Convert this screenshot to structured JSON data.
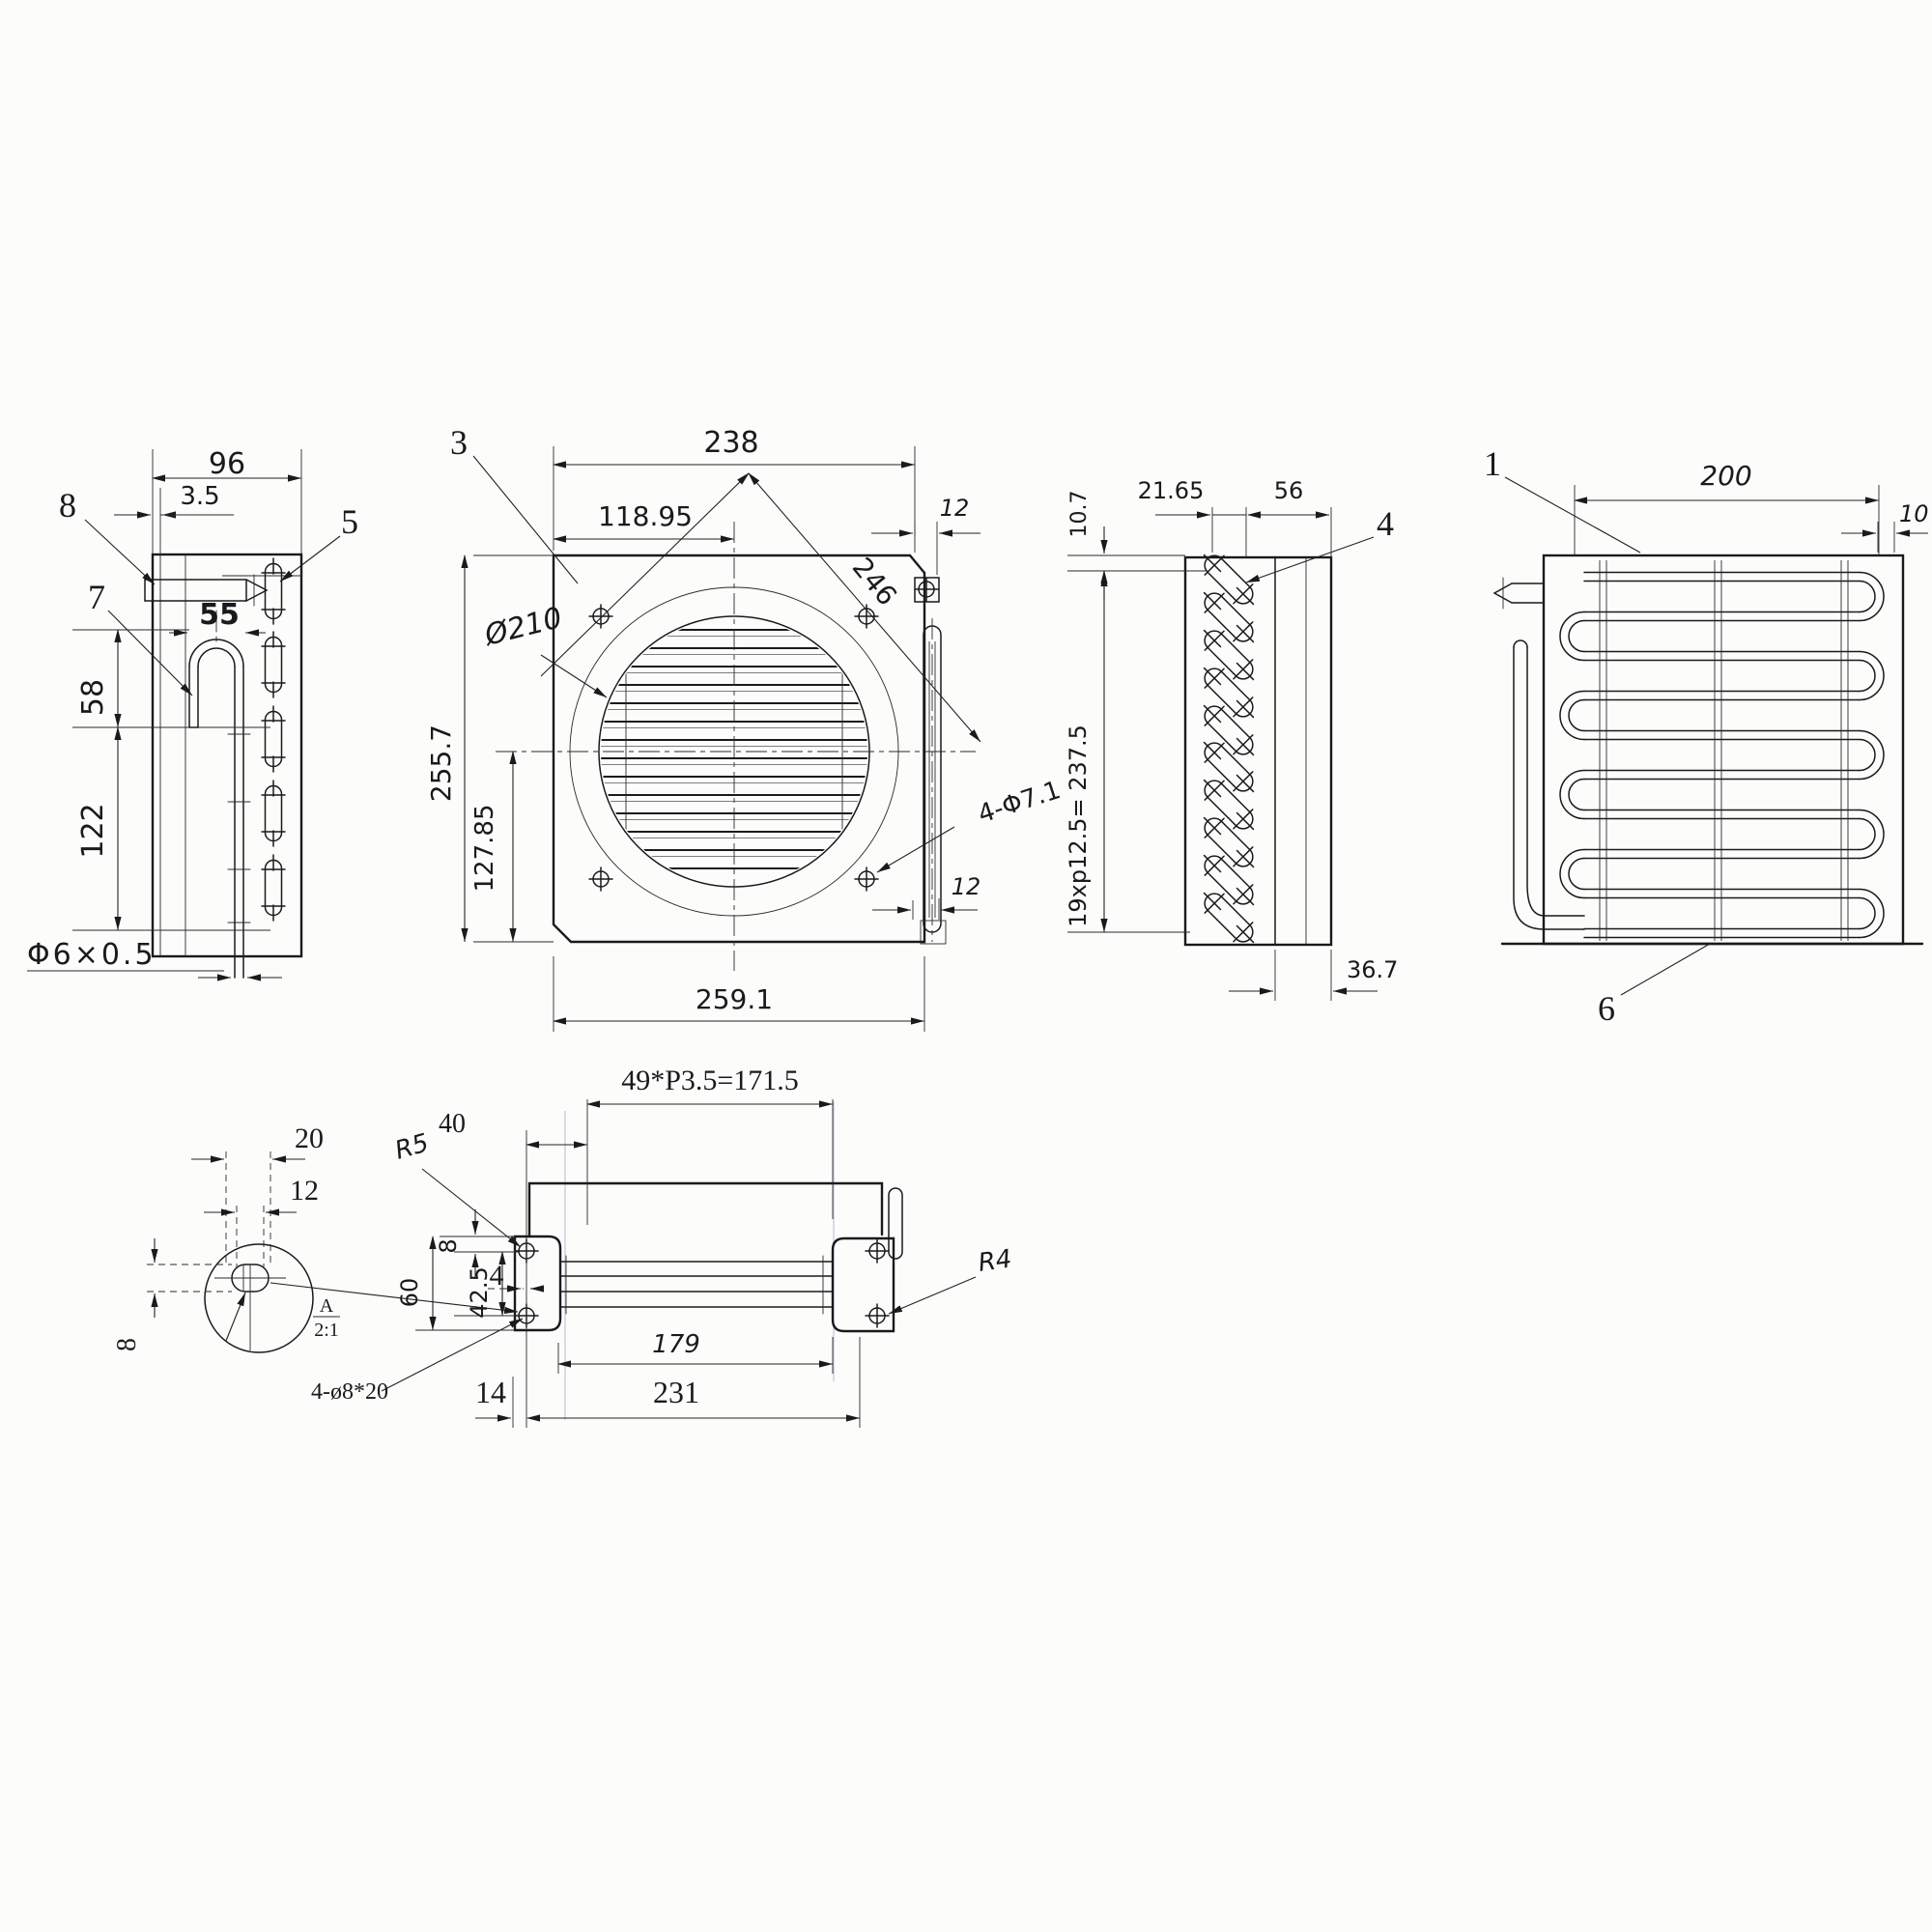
{
  "meta": {
    "drawing_type": "condenser multi-view engineering drawing",
    "paper_color": "#fcfcfa",
    "ink_color": "#1a1a1e",
    "guide_line_color": "#b9c4d6"
  },
  "views": {
    "side_left": {
      "balloon_8": "8",
      "balloon_5": "5",
      "balloon_7": "7",
      "dim_width": "96",
      "dim_flange": "3.5",
      "dim_u_width": "55",
      "dim_upper_height": "58",
      "dim_lower_height": "122",
      "dim_tube": "Φ6×0.5"
    },
    "front": {
      "balloon_3": "3",
      "dim_hole_span": "238",
      "dim_hole_x": "118.95",
      "dim_height": "255.7",
      "dim_hole_y": "127.85",
      "dim_fan": "Ø210",
      "dim_diagonal": "246",
      "dim_holes": "4-Φ7.1",
      "dim_tab_top": "12",
      "dim_tab_bottom": "12",
      "dim_overall_width": "259.1"
    },
    "slotted_side": {
      "balloon_4": "4",
      "dim_left": "21.65",
      "dim_right": "56",
      "dim_top": "10.7",
      "dim_slot_pitch": "19xp12.5= 237.5",
      "dim_depth": "36.7"
    },
    "coil_rear": {
      "balloon_1": "1",
      "balloon_6": "6",
      "dim_width": "200",
      "dim_end": "10"
    },
    "bottom": {
      "dim_fin_pitch": "49*P3.5=171.5",
      "dim_offset": "40",
      "dim_edge": "8",
      "dim_hole_y": "42.5",
      "dim_height": "60",
      "dim_tube_offset": "4",
      "dim_tube_length": "179",
      "dim_overall": "231",
      "dim_hole_x": "14",
      "radius_left": "R5",
      "radius_right": "R4",
      "holes_spec": "4-ø8*20"
    },
    "detail_a": {
      "label": "A",
      "scale": "2:1",
      "dim_length": "20",
      "dim_inner": "12",
      "dim_width": "8"
    }
  }
}
